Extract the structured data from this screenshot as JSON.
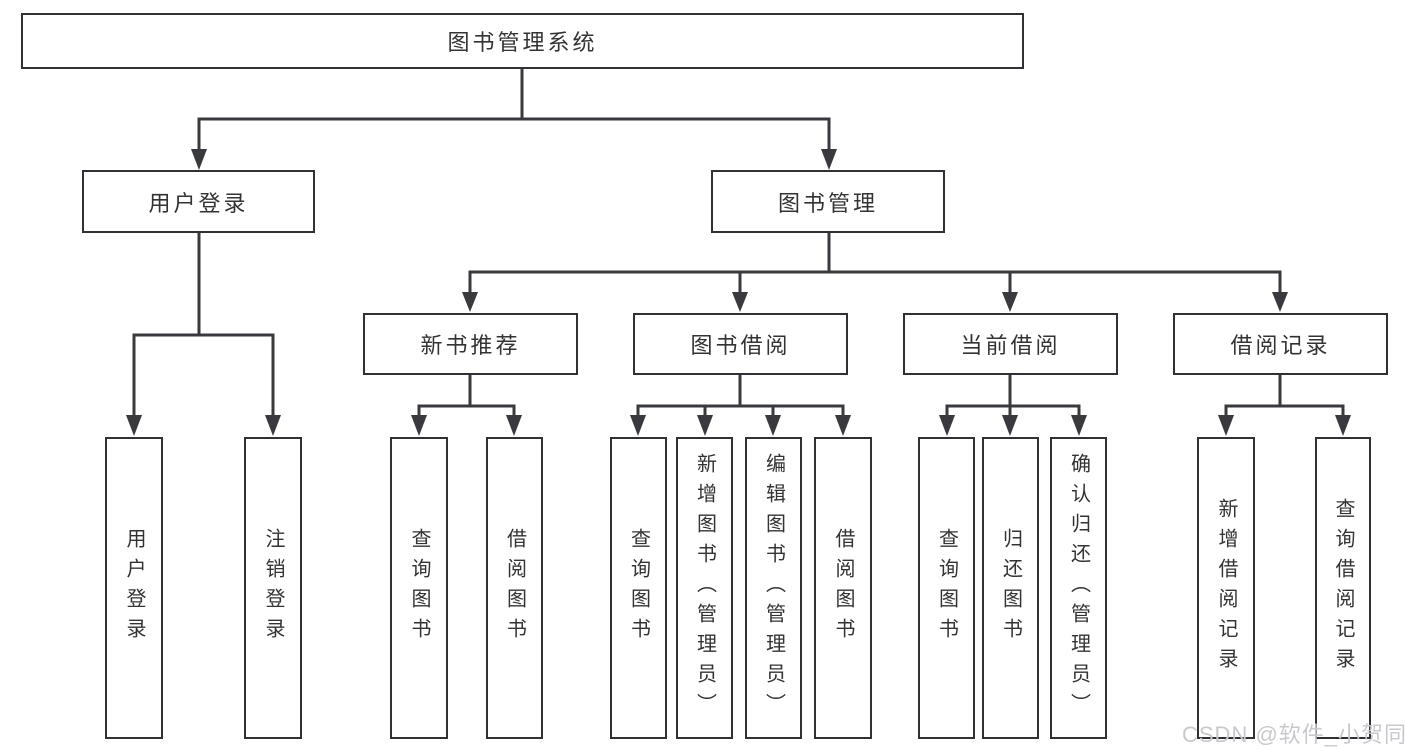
{
  "tree": {
    "root": "图书管理系统",
    "branches": [
      {
        "label": "用户登录",
        "children": [
          "用户登录",
          "注销登录"
        ]
      },
      {
        "label": "图书管理",
        "groups": [
          {
            "label": "新书推荐",
            "children": [
              "查询图书",
              "借阅图书"
            ]
          },
          {
            "label": "图书借阅",
            "children": [
              "查询图书",
              "新增图书（管理员）",
              "编辑图书（管理员）",
              "借阅图书"
            ]
          },
          {
            "label": "当前借阅",
            "children": [
              "查询图书",
              "归还图书",
              "确认归还（管理员）"
            ]
          },
          {
            "label": "借阅记录",
            "children": [
              "新增借阅记录",
              "查询借阅记录"
            ]
          }
        ]
      }
    ]
  },
  "watermark": "CSDN @软件_小贺同学",
  "colors": {
    "line": "#3a3a3e",
    "border": "#313135",
    "text": "#333333",
    "background": "#ffffff",
    "watermark": "#c9c9cd"
  }
}
